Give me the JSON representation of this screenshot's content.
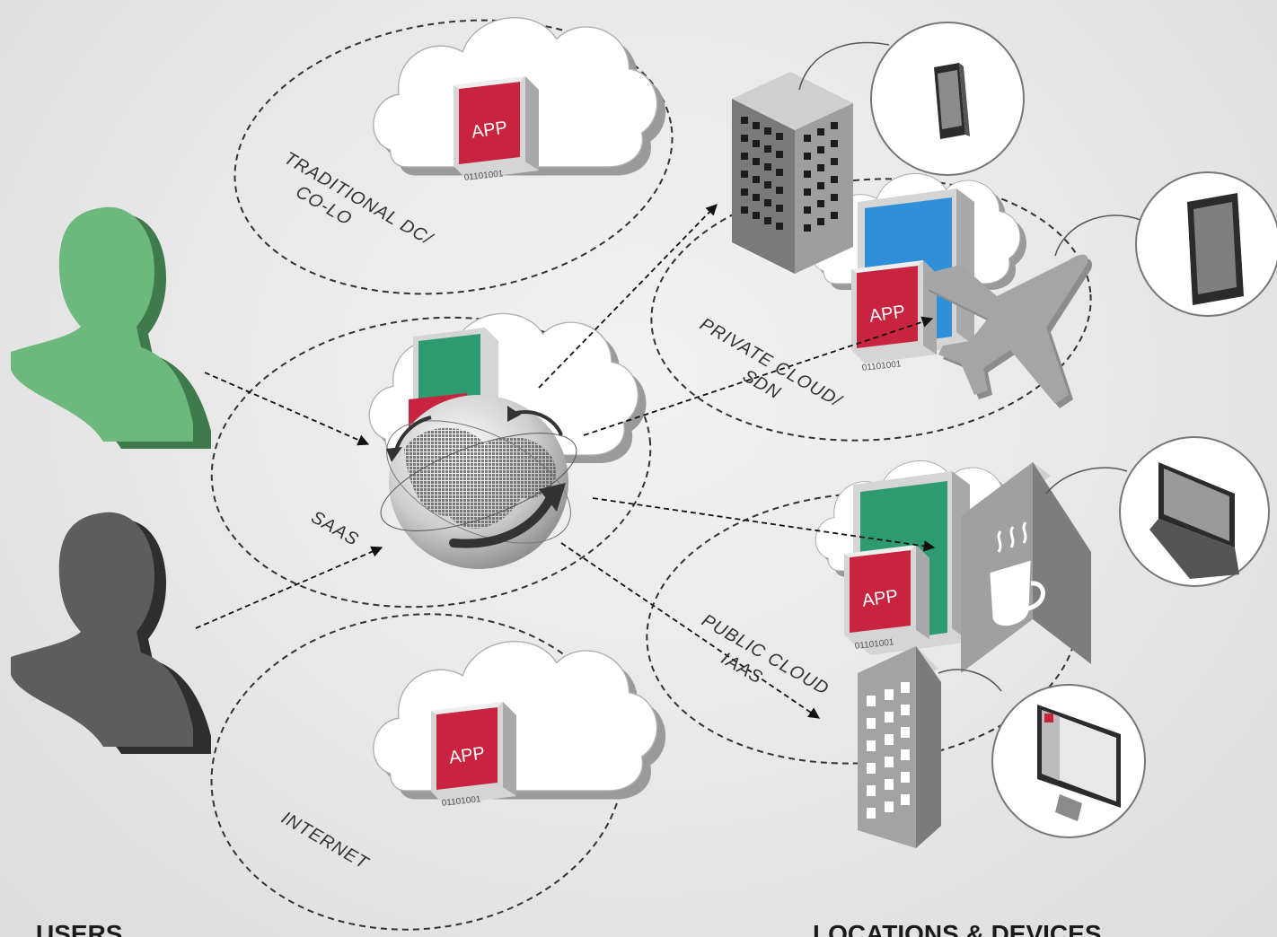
{
  "zones": {
    "traditional_dc": {
      "line1": "TRADITIONAL DC/",
      "line2": "CO-LO"
    },
    "saas": {
      "label": "SAAS"
    },
    "private_cloud": {
      "line1": "PRIVATE CLOUD/",
      "line2": "SDN"
    },
    "public_cloud": {
      "line1": "PUBLIC CLOUD",
      "line2": "IAAS"
    },
    "internet": {
      "label": "INTERNET"
    }
  },
  "app": {
    "label": "APP",
    "binary": "01101001"
  },
  "footer": {
    "users": "USERS",
    "locations": "LOCATIONS & DEVICES"
  },
  "colors": {
    "app_red": "#c8243f",
    "user_green": "#6db87c",
    "user_dark": "#4a4a4a",
    "cloud_white": "#ffffff",
    "cloud_gray": "#9a9a9a"
  }
}
